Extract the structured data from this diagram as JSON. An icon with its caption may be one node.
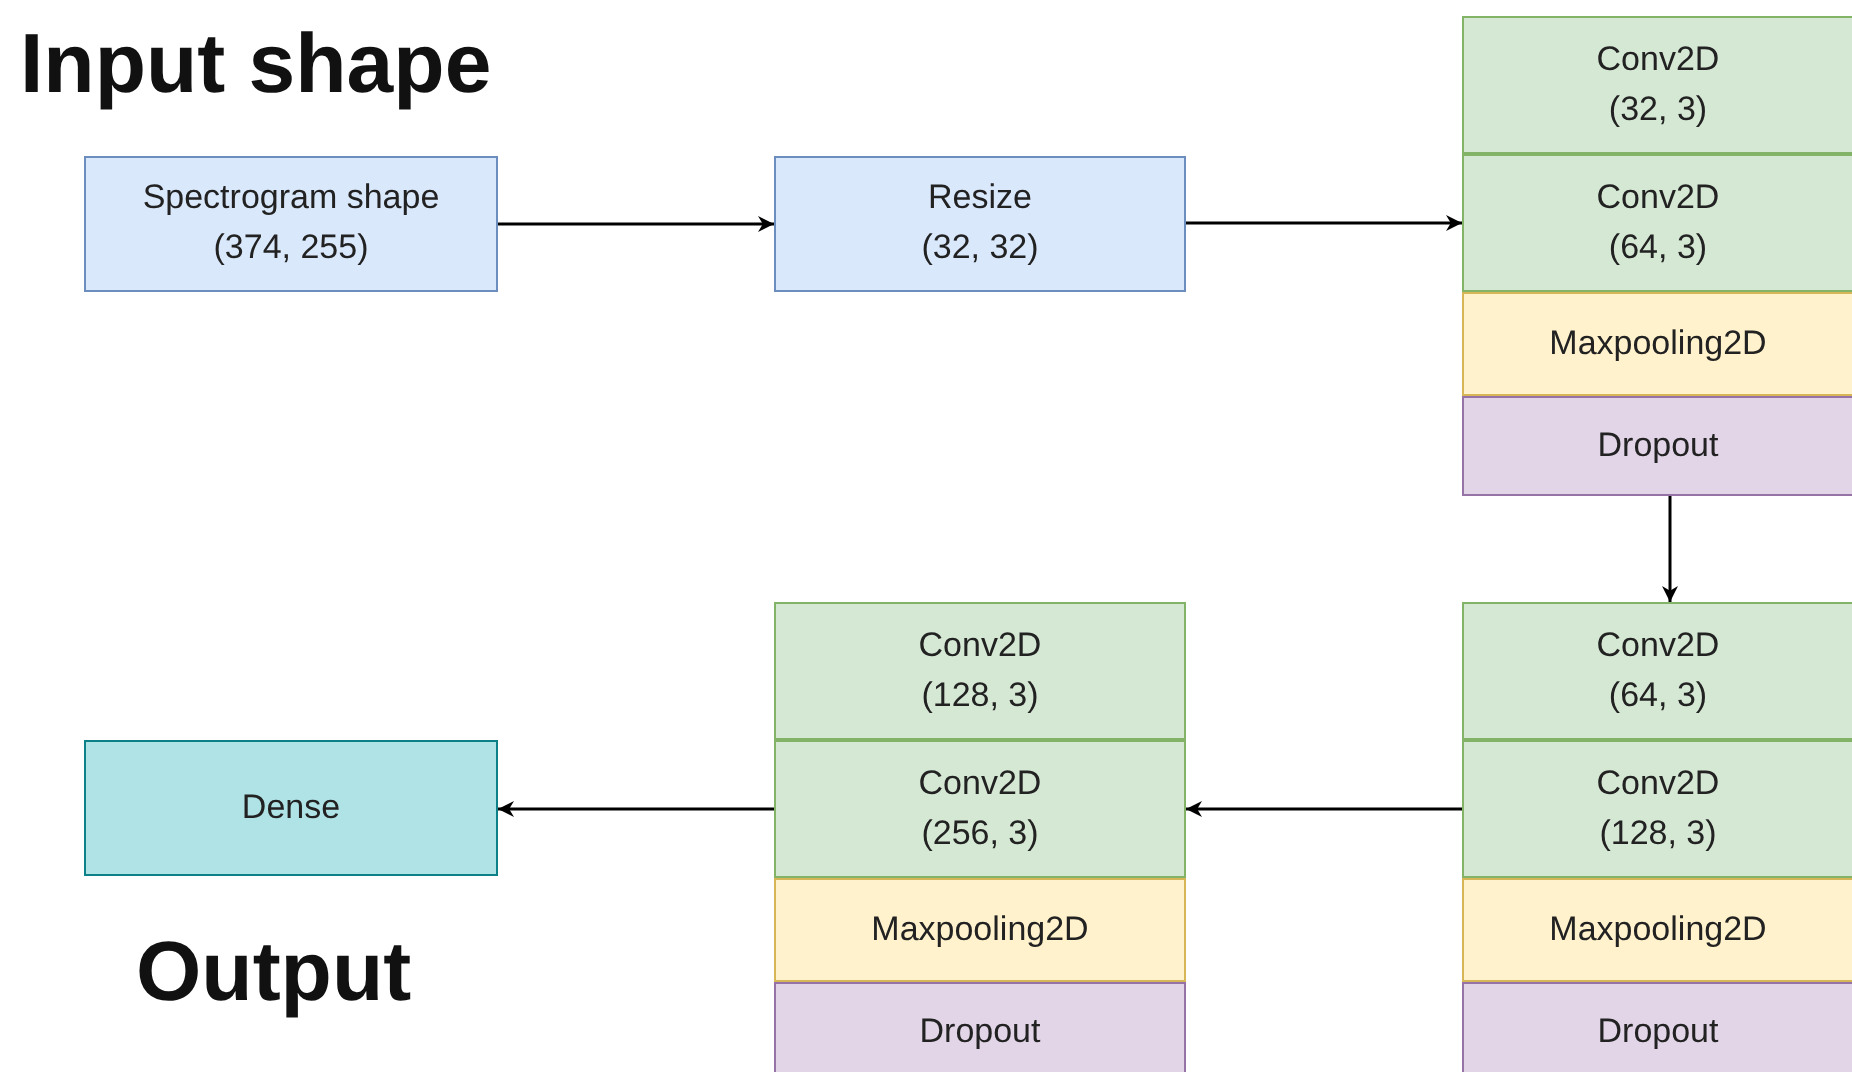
{
  "diagram": {
    "nodes": [
      {
        "text": [
          "Spectrogram shape (374, 255)"
        ]
      },
      {
        "text": [
          "Resize (32, 32)"
        ]
      },
      {
        "text": [
          "Conv2D (32, 3)"
        ]
      },
      {
        "text": [
          "Conv2D (64, 3)"
        ]
      },
      {
        "text": [
          "Maxpooling2D"
        ]
      },
      {
        "text": [
          "Dropout"
        ]
      },
      {
        "text": [
          "Conv2D (64, 3)"
        ]
      },
      {
        "text": [
          "Conv2D (128, 3)"
        ]
      },
      {
        "text": [
          "Maxpooling2D"
        ]
      },
      {
        "text": [
          "Dropout"
        ]
      },
      {
        "text": [
          "Conv2D (128, 3)"
        ]
      },
      {
        "text": [
          "Conv2D (256, 3)"
        ]
      },
      {
        "text": [
          "Maxpooling2D"
        ]
      },
      {
        "text": [
          "Dropout"
        ]
      },
      {
        "text": [
          "Dense"
        ]
      }
    ],
    "edges": [
      {
        "from": 0,
        "to": 1,
        "arrow": "to"
      },
      {
        "from": 1,
        "to": 3,
        "arrow": "to"
      },
      {
        "from": 5,
        "to": 6,
        "arrow": "to"
      },
      {
        "from": 7,
        "to": 11,
        "arrow": "to"
      },
      {
        "from": 11,
        "to": 14,
        "arrow": "to"
      }
    ],
    "labels": [
      "Input shape",
      "Output"
    ]
  }
}
